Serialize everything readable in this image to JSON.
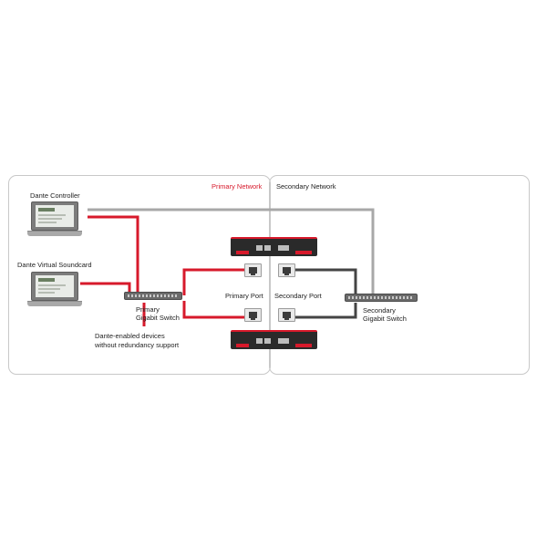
{
  "labels": {
    "primary_network": "Primary Network",
    "secondary_network": "Secondary Network",
    "dante_controller": "Dante Controller",
    "dante_virtual_soundcard": "Dante Virtual Soundcard",
    "primary_switch_line1": "Primary",
    "primary_switch_line2": "Gigabit Switch",
    "secondary_switch_line1": "Secondary",
    "secondary_switch_line2": "Gigabit Switch",
    "primary_port": "Primary Port",
    "secondary_port": "Secondary Port",
    "legacy_line1": "Dante-enabled devices",
    "legacy_line2": "without redundancy support"
  },
  "colors": {
    "primary_link": "#d7192b",
    "secondary_link": "#444444",
    "controller_link": "#a8a8a8",
    "panel_border": "#c8c8c8"
  }
}
